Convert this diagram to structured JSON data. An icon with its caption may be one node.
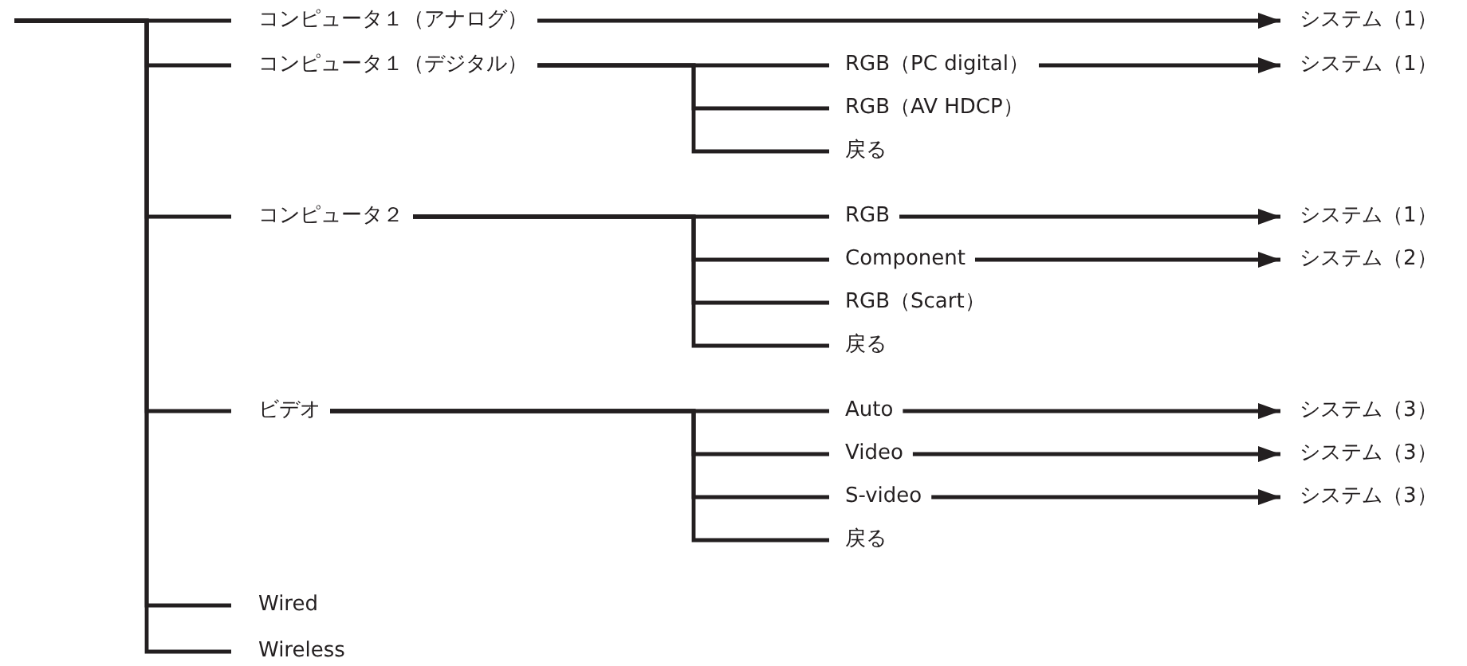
{
  "diagram": {
    "nodes": [
      {
        "text": [
          "コンピュータ１（アナログ）"
        ]
      },
      {
        "text": [
          "システム（1）"
        ]
      },
      {
        "text": [
          "コンピュータ１（デジタル）"
        ]
      },
      {
        "text": [
          "RGB（PC digital）"
        ]
      },
      {
        "text": [
          "システム（1）"
        ]
      },
      {
        "text": [
          "RGB（AV HDCP）"
        ]
      },
      {
        "text": [
          "戻る"
        ]
      },
      {
        "text": [
          "コンピュータ２"
        ]
      },
      {
        "text": [
          "RGB"
        ]
      },
      {
        "text": [
          "システム（1）"
        ]
      },
      {
        "text": [
          "Component"
        ]
      },
      {
        "text": [
          "システム（2）"
        ]
      },
      {
        "text": [
          "RGB（Scart）"
        ]
      },
      {
        "text": [
          "戻る"
        ]
      },
      {
        "text": [
          "ビデオ"
        ]
      },
      {
        "text": [
          "Auto"
        ]
      },
      {
        "text": [
          "システム（3）"
        ]
      },
      {
        "text": [
          "Video"
        ]
      },
      {
        "text": [
          "システム（3）"
        ]
      },
      {
        "text": [
          "S-video"
        ]
      },
      {
        "text": [
          "システム（3）"
        ]
      },
      {
        "text": [
          "戻る"
        ]
      },
      {
        "text": [
          "Wired"
        ]
      },
      {
        "text": [
          "Wireless"
        ]
      }
    ],
    "edges": [
      {
        "from": null,
        "to": 0,
        "arrow": "none"
      },
      {
        "from": null,
        "to": 2,
        "arrow": "none"
      },
      {
        "from": null,
        "to": 7,
        "arrow": "none"
      },
      {
        "from": null,
        "to": 14,
        "arrow": "none"
      },
      {
        "from": null,
        "to": 22,
        "arrow": "none"
      },
      {
        "from": null,
        "to": 23,
        "arrow": "none"
      },
      {
        "from": 0,
        "to": 1,
        "arrow": "to"
      },
      {
        "from": 2,
        "to": 3,
        "arrow": "none"
      },
      {
        "from": 2,
        "to": 5,
        "arrow": "none"
      },
      {
        "from": 2,
        "to": 6,
        "arrow": "none"
      },
      {
        "from": 3,
        "to": 4,
        "arrow": "to"
      },
      {
        "from": 7,
        "to": 8,
        "arrow": "none"
      },
      {
        "from": 7,
        "to": 10,
        "arrow": "none"
      },
      {
        "from": 7,
        "to": 12,
        "arrow": "none"
      },
      {
        "from": 7,
        "to": 13,
        "arrow": "none"
      },
      {
        "from": 8,
        "to": 9,
        "arrow": "to"
      },
      {
        "from": 10,
        "to": 11,
        "arrow": "to"
      },
      {
        "from": 14,
        "to": 15,
        "arrow": "none"
      },
      {
        "from": 14,
        "to": 17,
        "arrow": "none"
      },
      {
        "from": 14,
        "to": 19,
        "arrow": "none"
      },
      {
        "from": 14,
        "to": 21,
        "arrow": "none"
      },
      {
        "from": 15,
        "to": 16,
        "arrow": "to"
      },
      {
        "from": 17,
        "to": 18,
        "arrow": "to"
      },
      {
        "from": 19,
        "to": 20,
        "arrow": "to"
      }
    ]
  }
}
